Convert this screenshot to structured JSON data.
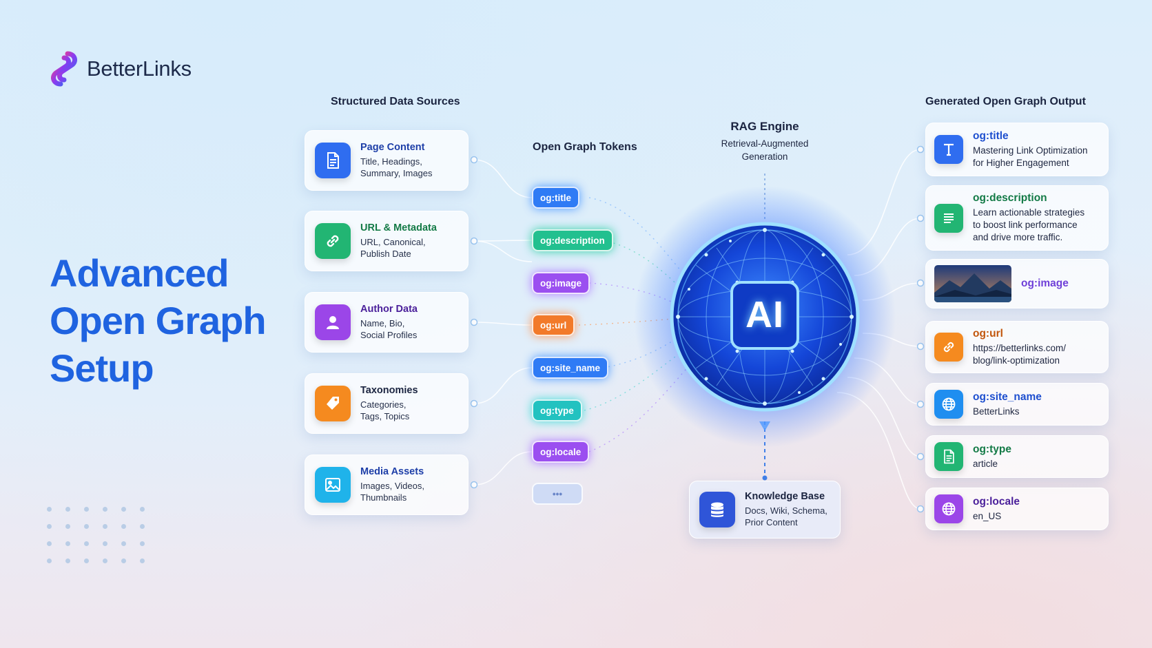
{
  "brand": {
    "name": "BetterLinks"
  },
  "hero": {
    "lines": [
      "Advanced",
      "Open Graph",
      "Setup"
    ]
  },
  "sections": {
    "sources": "Structured Data Sources",
    "tokens": "Open Graph Tokens",
    "rag_title": "RAG Engine",
    "rag_sub_1": "Retrieval-Augmented",
    "rag_sub_2": "Generation",
    "output": "Generated Open Graph Output"
  },
  "sources": [
    {
      "title": "Page Content",
      "desc1": "Title, Headings,",
      "desc2": "Summary, Images",
      "icon": "document-icon",
      "color": "#2f6df0",
      "title_color": "#1e3fa8"
    },
    {
      "title": "URL & Metadata",
      "desc1": "URL, Canonical,",
      "desc2": "Publish Date",
      "icon": "link-icon",
      "color": "#22b573",
      "title_color": "#137a46"
    },
    {
      "title": "Author Data",
      "desc1": "Name, Bio,",
      "desc2": "Social Profiles",
      "icon": "user-icon",
      "color": "#9b46e8",
      "title_color": "#4a1f9a"
    },
    {
      "title": "Taxonomies",
      "desc1": "Categories,",
      "desc2": "Tags, Topics",
      "icon": "tag-icon",
      "color": "#f58a1f",
      "title_color": "#1b2440"
    },
    {
      "title": "Media Assets",
      "desc1": "Images, Videos,",
      "desc2": "Thumbnails",
      "icon": "image-icon",
      "color": "#1fb3ea",
      "title_color": "#1e3fa8"
    }
  ],
  "tokens": [
    {
      "label": "og:title",
      "color": "#2f7bf5"
    },
    {
      "label": "og:description",
      "color": "#22c08f"
    },
    {
      "label": "og:image",
      "color": "#9b4ff0"
    },
    {
      "label": "og:url",
      "color": "#f27a2a"
    },
    {
      "label": "og:site_name",
      "color": "#2f7bf5"
    },
    {
      "label": "og:type",
      "color": "#22c2c0"
    },
    {
      "label": "og:locale",
      "color": "#9b4ff0"
    },
    {
      "label": "•••",
      "color": "#cfdbf5"
    }
  ],
  "ai": {
    "label": "AI"
  },
  "knowledge": {
    "title": "Knowledge Base",
    "desc1": "Docs, Wiki, Schema,",
    "desc2": "Prior Content"
  },
  "outputs": [
    {
      "title": "og:title",
      "lines": [
        "Mastering Link Optimization",
        "for Higher Engagement"
      ],
      "icon": "text-t-icon",
      "color": "#2f6df0",
      "title_color": "#1e4fcf"
    },
    {
      "title": "og:description",
      "lines": [
        "Learn actionable strategies",
        "to boost link performance",
        "and drive more traffic."
      ],
      "icon": "lines-icon",
      "color": "#22b573",
      "title_color": "#137a46"
    },
    {
      "title": "og:image",
      "lines": [],
      "icon": "mountain-image",
      "color": "#6f3fd8",
      "title_color": "#6f3fd8"
    },
    {
      "title": "og:url",
      "lines": [
        "https://betterlinks.com/",
        "blog/link-optimization"
      ],
      "icon": "link-icon",
      "color": "#f58a1f",
      "title_color": "#c2560c"
    },
    {
      "title": "og:site_name",
      "lines": [
        "BetterLinks"
      ],
      "icon": "globe-icon",
      "color": "#1f8ef0",
      "title_color": "#1e4fcf"
    },
    {
      "title": "og:type",
      "lines": [
        "article"
      ],
      "icon": "document-icon",
      "color": "#22b573",
      "title_color": "#137a46"
    },
    {
      "title": "og:locale",
      "lines": [
        "en_US"
      ],
      "icon": "globe-icon",
      "color": "#9b46e8",
      "title_color": "#4a1f9a"
    }
  ]
}
